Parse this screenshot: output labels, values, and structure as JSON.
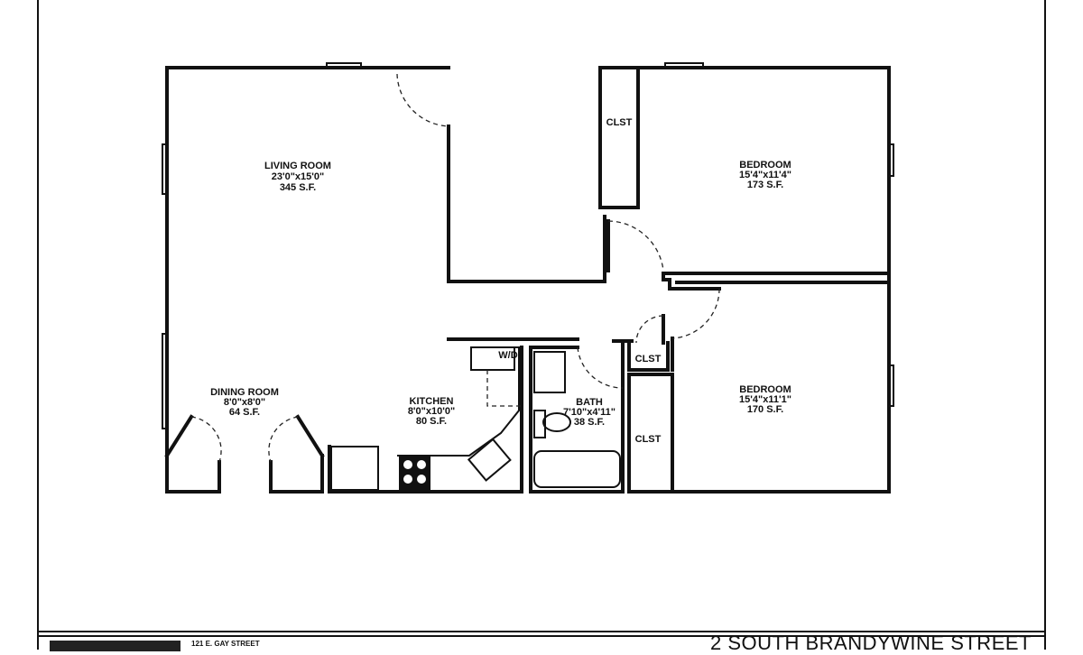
{
  "rooms": {
    "living": {
      "name": "LIVING ROOM",
      "dims": "23'0\"x15'0\"",
      "area": "345 S.F."
    },
    "dining": {
      "name": "DINING ROOM",
      "dims": "8'0\"x8'0\"",
      "area": "64 S.F."
    },
    "kitchen": {
      "name": "KITCHEN",
      "dims": "8'0\"x10'0\"",
      "area": "80 S.F."
    },
    "bath": {
      "name": "BATH",
      "dims": "7'10\"x4'11\"",
      "area": "38 S.F."
    },
    "bedroom1": {
      "name": "BEDROOM",
      "dims": "15'4\"x11'4\"",
      "area": "173 S.F."
    },
    "bedroom2": {
      "name": "BEDROOM",
      "dims": "15'4\"x11'1\"",
      "area": "170 S.F."
    },
    "closet_labels": [
      "CLST",
      "CLST",
      "CLST"
    ],
    "washer_dryer": "W/D"
  },
  "title_block": {
    "office_address": "121 E. GAY STREET",
    "property_address": "2 SOUTH BRANDYWINE STREET"
  }
}
